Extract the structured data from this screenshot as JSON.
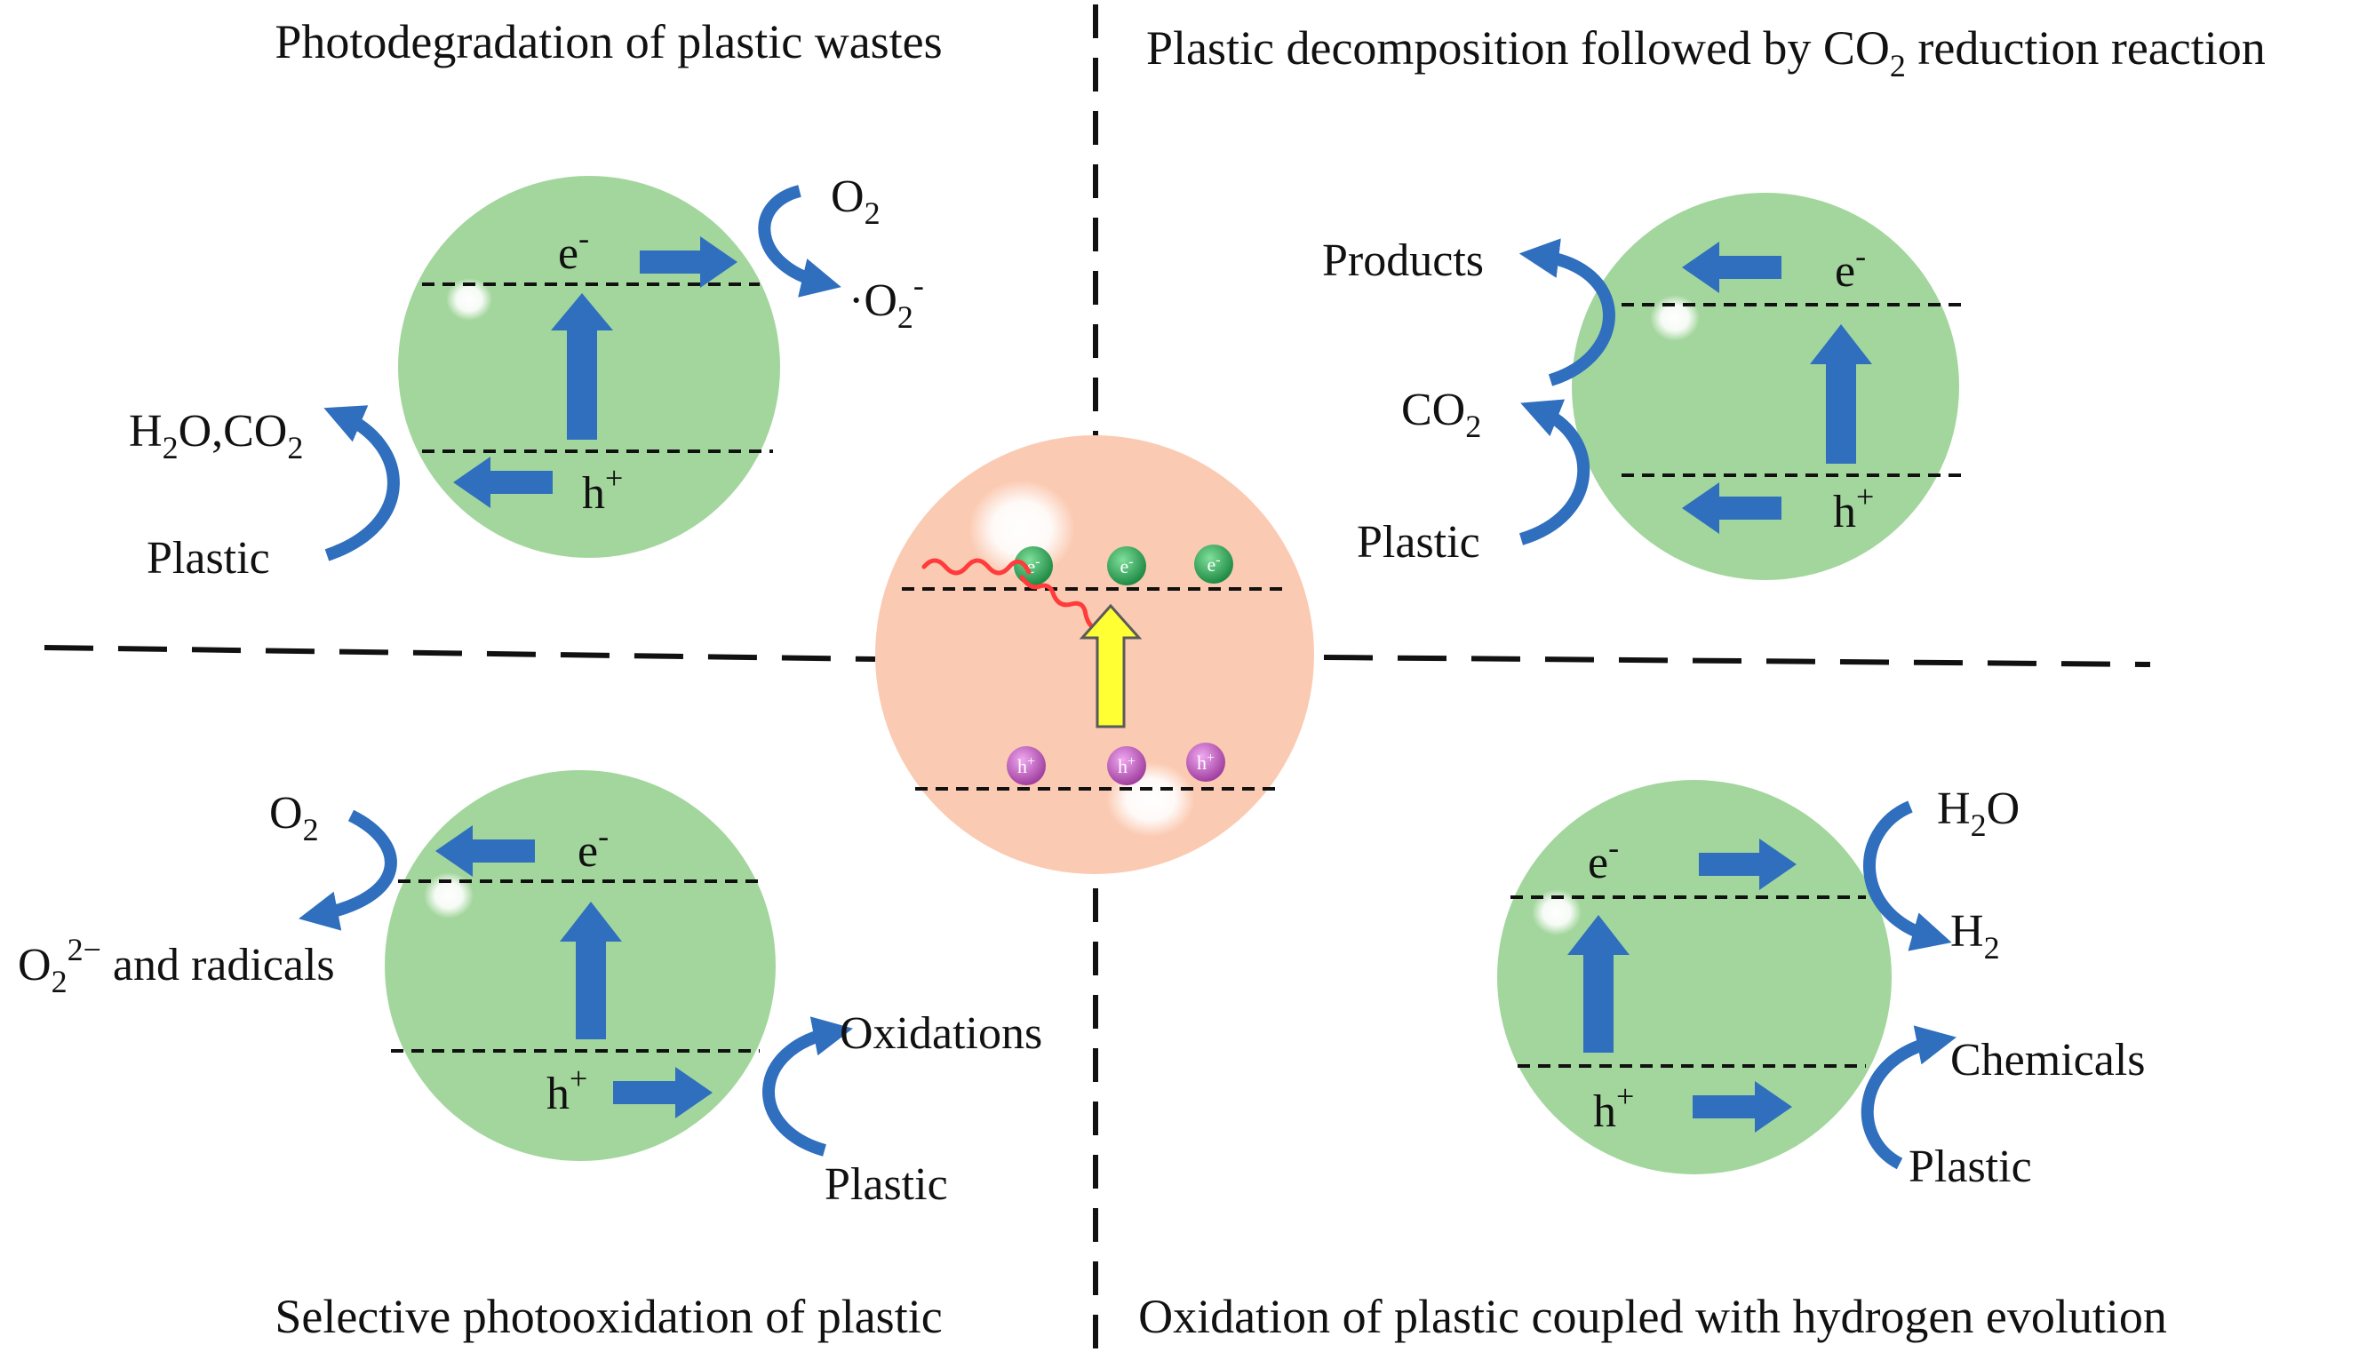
{
  "colors": {
    "green_particle": "#a3d69d",
    "center_particle": "#fbcab2",
    "blue_arrow": "#2f6fbe",
    "electron_dot": "#2fa65a",
    "hole_dot": "#c56bc9",
    "light_arrow": "#ff3b3b",
    "excitation_arrow": "#ffff33"
  },
  "titles": {
    "top_left": "Photodegradation of plastic wastes",
    "top_right_prefix": "Plastic decomposition followed by CO",
    "top_right_sub": "2",
    "top_right_suffix": " reduction reaction",
    "bottom_left": "Selective photooxidation of plastic",
    "bottom_right": "Oxidation of plastic coupled with hydrogen evolution"
  },
  "center": {
    "electron_label": "e",
    "electron_sup": "-",
    "hole_label": "h",
    "hole_sup": "+"
  },
  "q1": {
    "e": "e",
    "e_sup": "-",
    "h": "h",
    "h_sup": "+",
    "o2": "O",
    "o2_sub": "2",
    "superoxide_dot": "·O",
    "superoxide_sub": "2",
    "superoxide_sup": "-",
    "products_h": "H",
    "products_h_sub": "2",
    "products_rest": "O,CO",
    "products_co_sub": "2",
    "plastic": "Plastic"
  },
  "q2": {
    "e": "e",
    "e_sup": "-",
    "h": "h",
    "h_sup": "+",
    "products": "Products",
    "co2": "CO",
    "co2_sub": "2",
    "plastic": "Plastic"
  },
  "q3": {
    "e": "e",
    "e_sup": "-",
    "h": "h",
    "h_sup": "+",
    "o2": "O",
    "o2_sub": "2",
    "radicals_o": "O",
    "radicals_sub": "2",
    "radicals_sup": "2−",
    "radicals_rest": " and radicals",
    "oxidations": "Oxidations",
    "plastic": "Plastic"
  },
  "q4": {
    "e": "e",
    "e_sup": "-",
    "h": "h",
    "h_sup": "+",
    "h2o_h": "H",
    "h2o_sub": "2",
    "h2o_o": "O",
    "h2": "H",
    "h2_sub": "2",
    "chemicals": "Chemicals",
    "plastic": "Plastic"
  }
}
